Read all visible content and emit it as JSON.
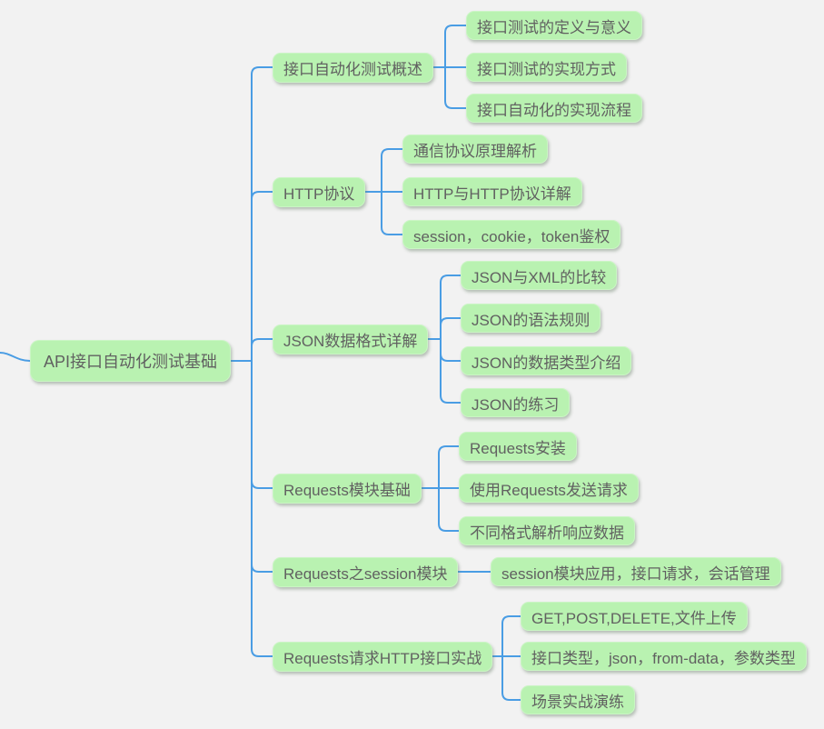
{
  "mindmap": {
    "root": "API接口自动化测试基础",
    "branches": [
      {
        "label": "接口自动化测试概述",
        "children": [
          "接口测试的定义与意义",
          "接口测试的实现方式",
          "接口自动化的实现流程"
        ]
      },
      {
        "label": "HTTP协议",
        "children": [
          "通信协议原理解析",
          "HTTP与HTTP协议详解",
          "session，cookie，token鉴权"
        ]
      },
      {
        "label": "JSON数据格式详解",
        "children": [
          "JSON与XML的比较",
          "JSON的语法规则",
          "JSON的数据类型介绍",
          "JSON的练习"
        ]
      },
      {
        "label": "Requests模块基础",
        "children": [
          "Requests安装",
          "使用Requests发送请求",
          "不同格式解析响应数据"
        ]
      },
      {
        "label": "Requests之session模块",
        "children": [
          "session模块应用，接口请求，会话管理"
        ]
      },
      {
        "label": "Requests请求HTTP接口实战",
        "children": [
          "GET,POST,DELETE,文件上传",
          "接口类型，json，from-data，参数类型",
          "场景实战演练"
        ]
      }
    ]
  },
  "colors": {
    "background": "#f2f2f2",
    "node_fill": "#b9f2b1",
    "node_text": "#616161",
    "connector_line": "#4a9de4"
  }
}
